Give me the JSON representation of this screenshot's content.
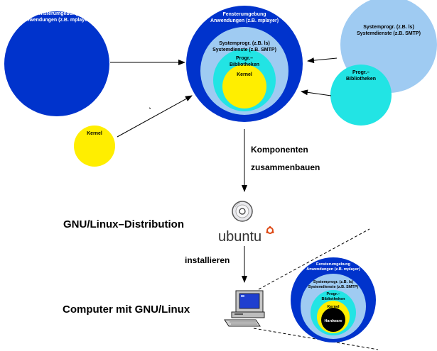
{
  "colors": {
    "app_layer": "#0033cc",
    "system_layer": "#9fcbf2",
    "library_layer": "#22e4e4",
    "kernel_layer": "#ffee00",
    "hardware_layer": "#000000",
    "ubuntu_orange": "#dd4814"
  },
  "labels": {
    "app_line1": "Fensterumgebung",
    "app_line2": "Anwendungen (z.B. mplayer)",
    "sys_line1": "Systemprogr. (z.B. ls)",
    "sys_line2": "Systemdienste (z.B. SMTP)",
    "lib_line1": "Progr.–",
    "lib_line2": "Bibliotheken",
    "kernel": "Kernel",
    "hardware": "Hardware"
  },
  "steps": {
    "assemble_line1": "Komponenten",
    "assemble_line2": "zusammenbauen",
    "install": "installieren"
  },
  "results": {
    "distribution": "GNU/Linux–Distribution",
    "computer": "Computer mit GNU/Linux"
  },
  "logo": {
    "ubuntu_wordmark": "ubuntu"
  },
  "icons": {
    "cd": "cd-disc-icon",
    "computer": "desktop-computer-icon"
  }
}
